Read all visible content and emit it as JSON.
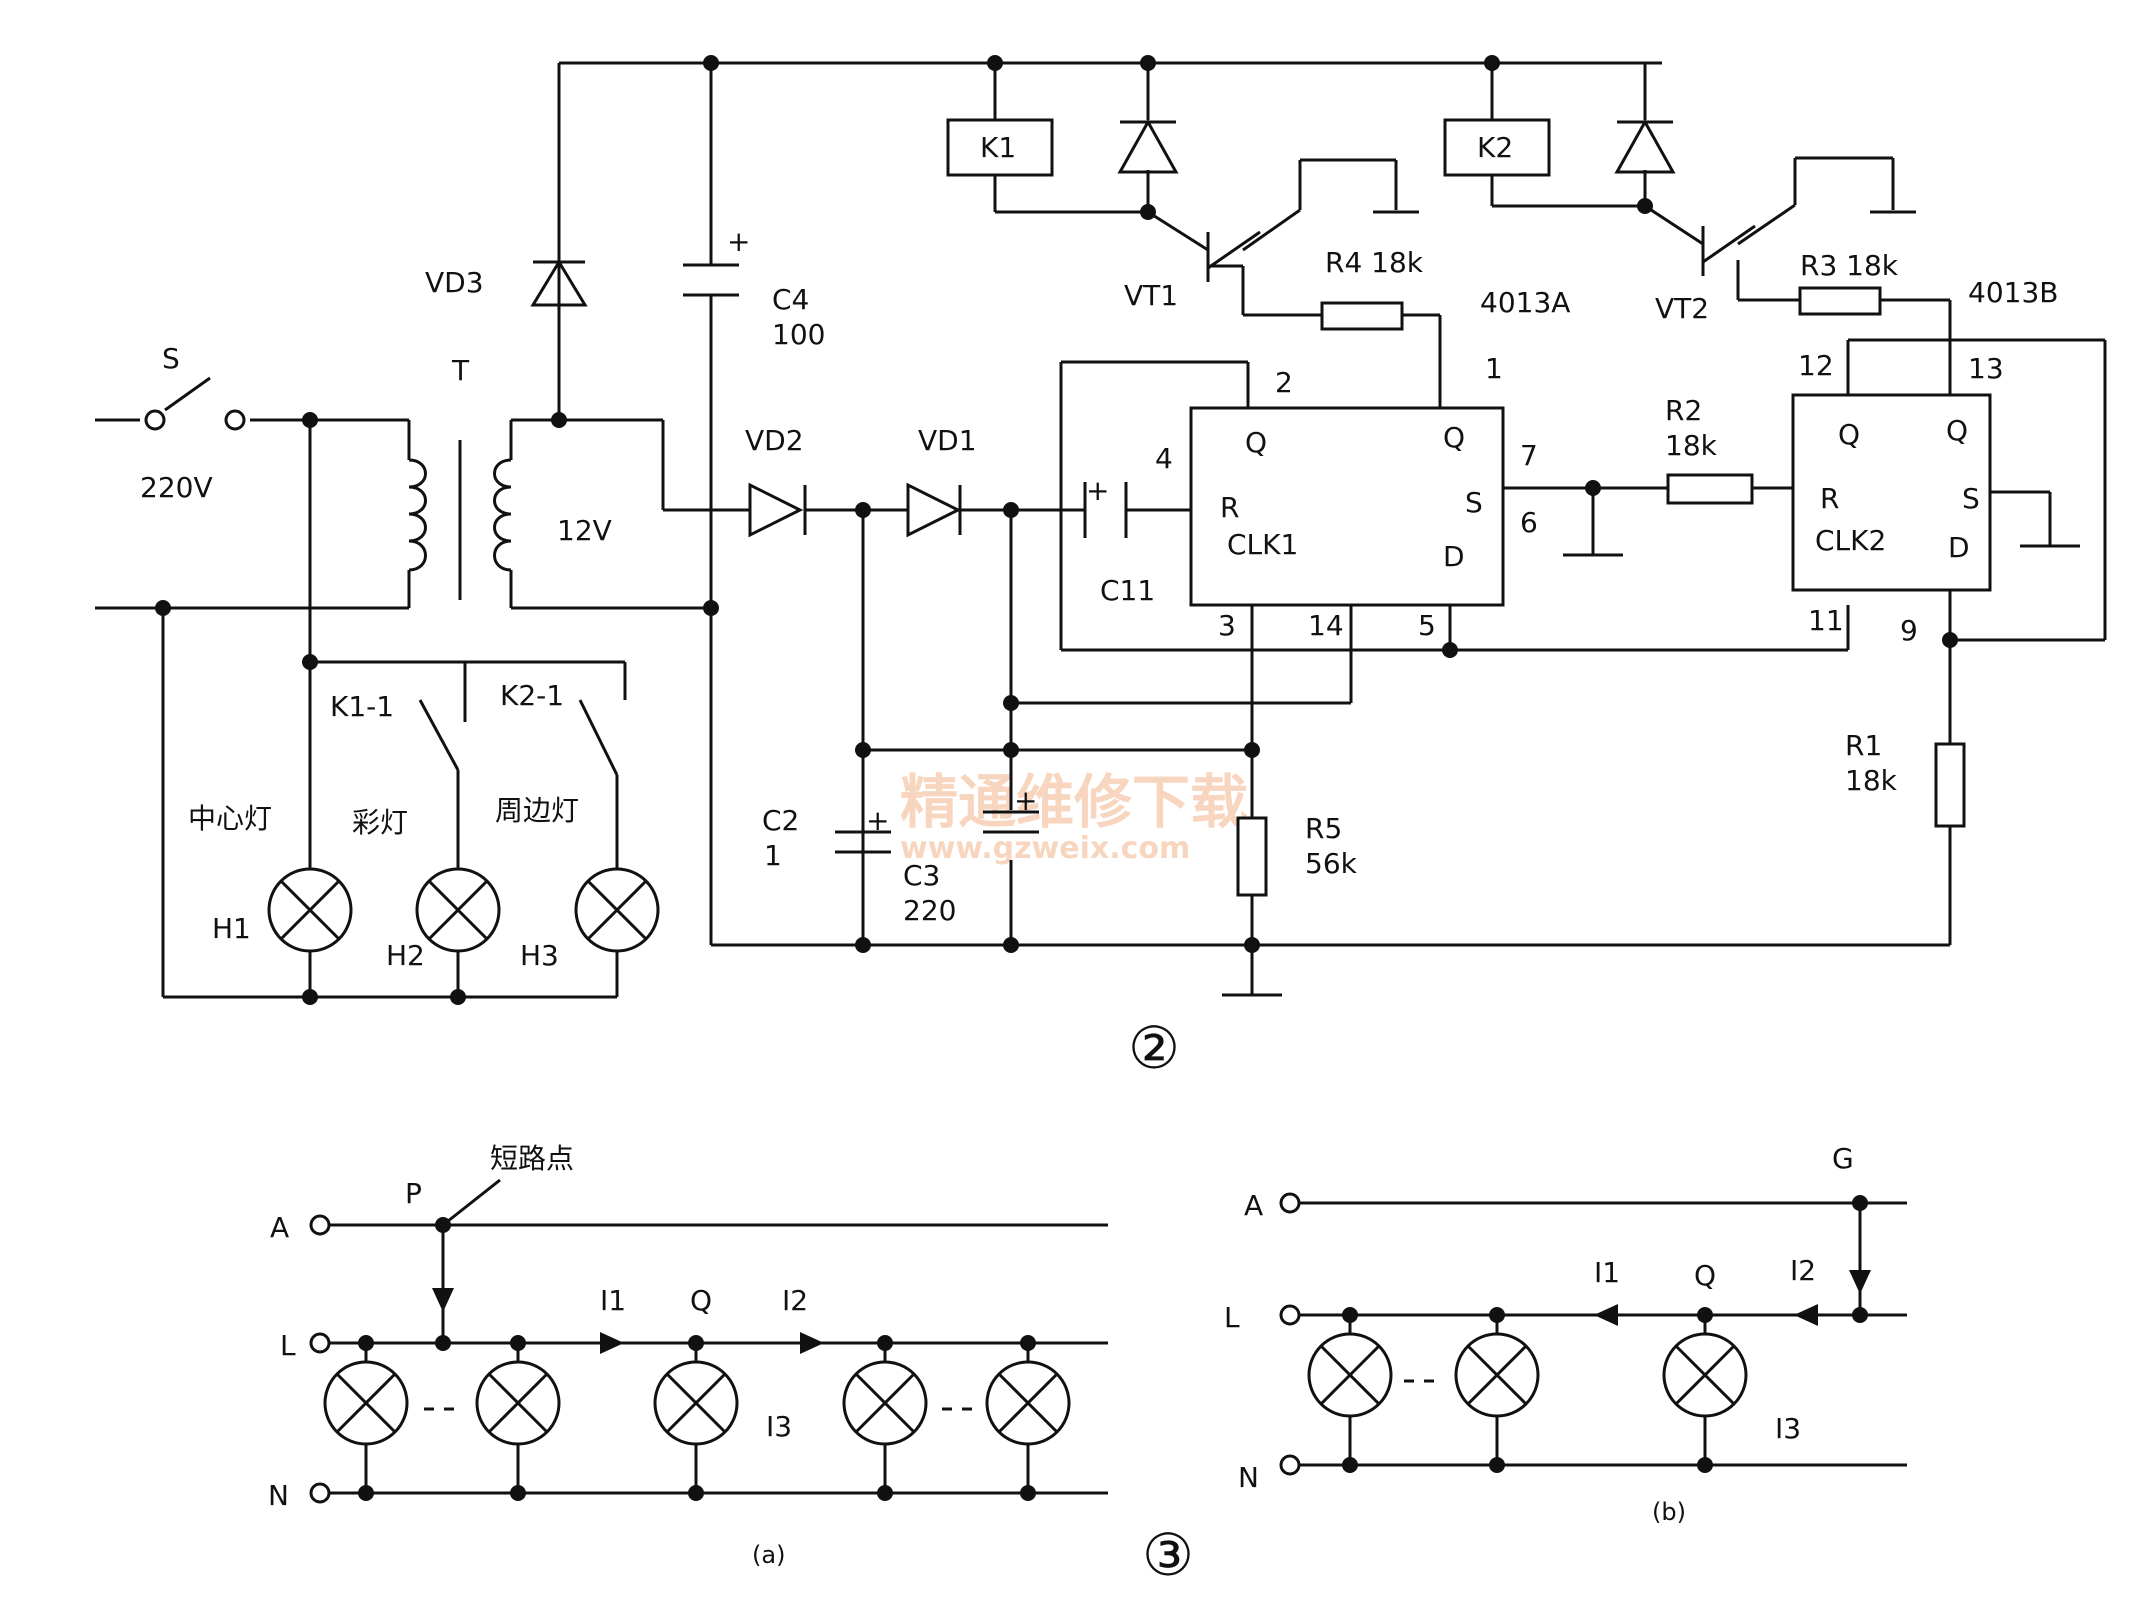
{
  "fig2": {
    "switch": "S",
    "mains": "220V",
    "transformer": "T",
    "secondary": "12V",
    "vd3": "VD3",
    "c4_name": "C4",
    "c4_value": "100",
    "vd2": "VD2",
    "vd1": "VD1",
    "c11": "C11",
    "c2_name": "C2",
    "c2_value": "1",
    "c3_name": "C3",
    "c3_value": "220",
    "r5_name": "R5",
    "r5_value": "56k",
    "r1_name": "R1",
    "r1_value": "18k",
    "r2_name": "R2",
    "r2_value": "18k",
    "r3": "R3  18k",
    "r4": "R4  18k",
    "vt1": "VT1",
    "vt2": "VT2",
    "k1": "K1",
    "k2": "K2",
    "k1_1": "K1-1",
    "k2_1": "K2-1",
    "ic_a": "4013A",
    "ic_b": "4013B",
    "clk1": "CLK1",
    "clk2": "CLK2",
    "pin_q": "Q",
    "pin_r": "R",
    "pin_s": "S",
    "pin_d": "D",
    "plus": "+",
    "pins_a": [
      "2",
      "1",
      "4",
      "7",
      "6",
      "3",
      "14",
      "5"
    ],
    "pins_b": [
      "12",
      "13",
      "11",
      "9"
    ],
    "lamp_center": "中心灯",
    "lamp_color": "彩灯",
    "lamp_edge": "周边灯",
    "h1": "H1",
    "h2": "H2",
    "h3": "H3",
    "figure_number": "②"
  },
  "fig3": {
    "a": "A",
    "l": "L",
    "n": "N",
    "p": "P",
    "short_point": "短路点",
    "i1": "I1",
    "i2": "I2",
    "i3": "I3",
    "q": "Q",
    "g": "G",
    "caption_a": "(a)",
    "caption_b": "(b)",
    "figure_number": "③"
  },
  "watermark": {
    "text": "精通维修下载",
    "url": "www.gzweix.com"
  }
}
